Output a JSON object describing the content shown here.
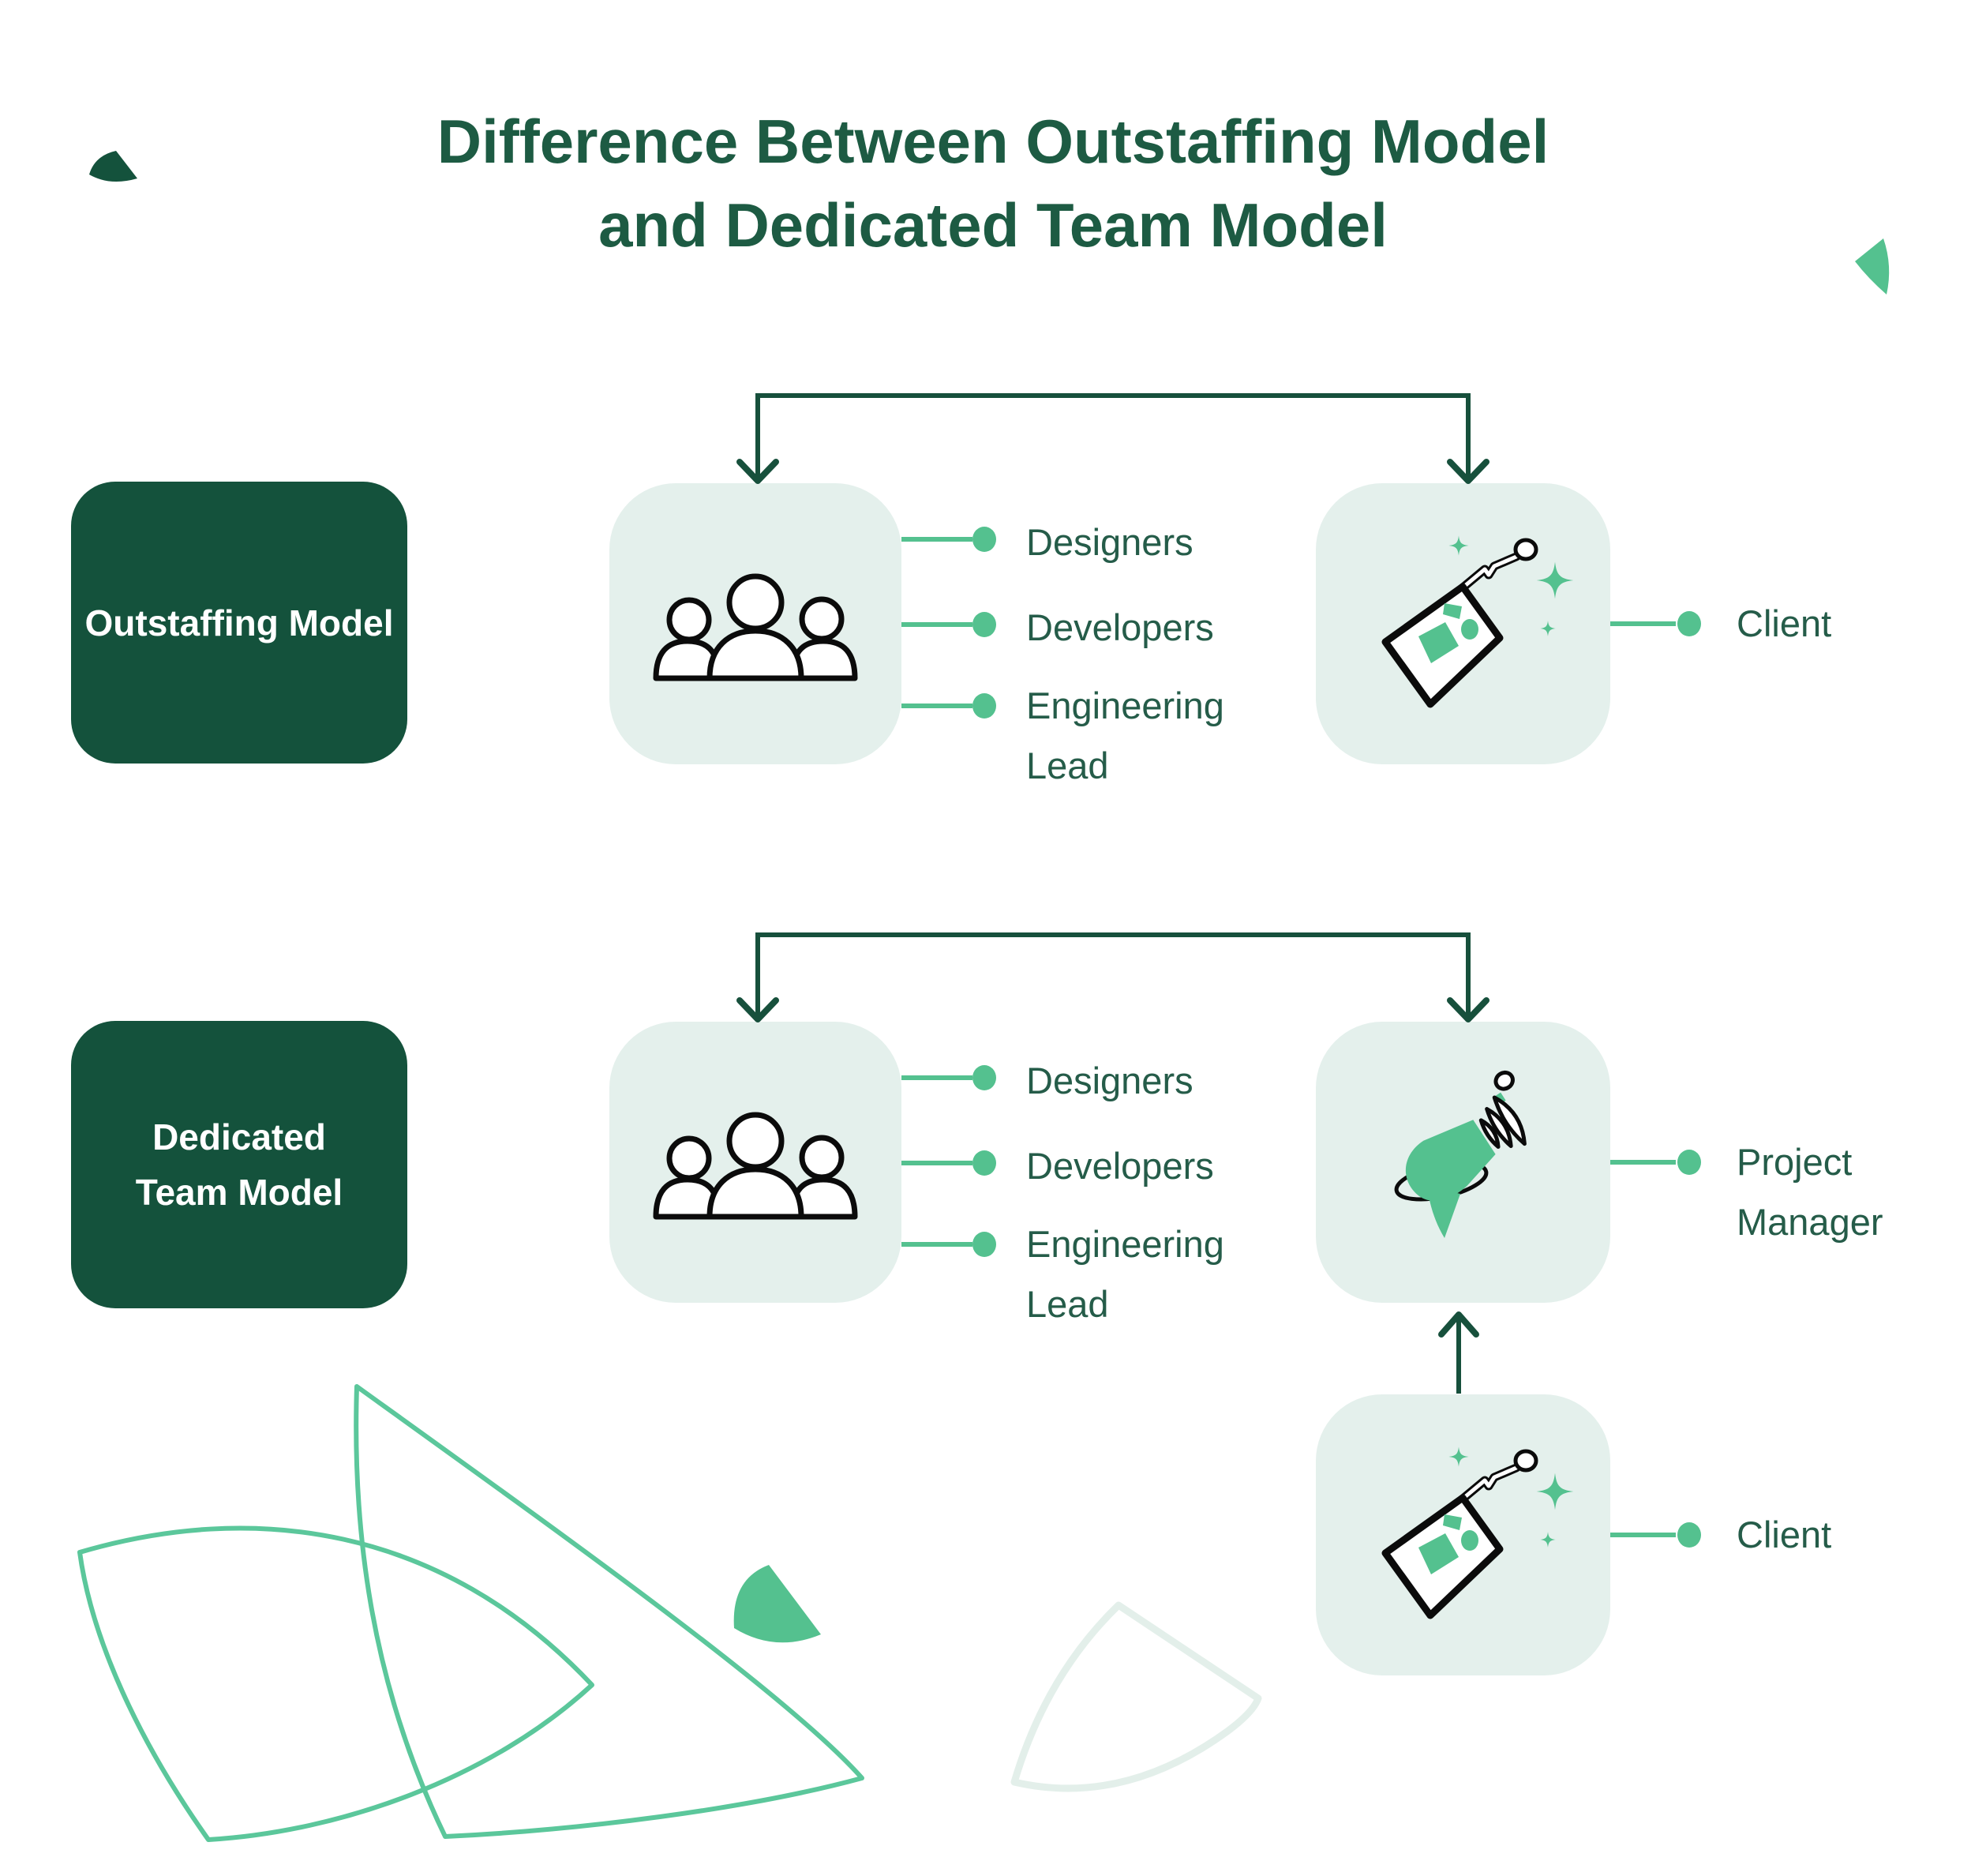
{
  "title": {
    "line1": "Difference Between Outstaffing Model",
    "line2": "and Dedicated Team Model"
  },
  "outstaffing": {
    "label": "Outstaffing Model",
    "roles": [
      "Designers",
      "Developers",
      "Engineering Lead"
    ],
    "client": "Client"
  },
  "dedicated": {
    "label": "Dedicated Team Model",
    "roles": [
      "Designers",
      "Developers",
      "Engineering Lead"
    ],
    "pm": "Project Manager",
    "client": "Client"
  },
  "icons": {
    "team": "team-people-icon",
    "client": "id-badge-icon",
    "pm": "megaphone-icon"
  },
  "colors": {
    "dark_green_box": "#14523C",
    "title_text": "#1D5B43",
    "label_text": "#255C49",
    "accent_green": "#54C18F",
    "mint_panel": "#E4F0EC",
    "outline_green": "#5BC79B",
    "faint_mint": "#E3EFEA",
    "arrow_green": "#17503C"
  }
}
